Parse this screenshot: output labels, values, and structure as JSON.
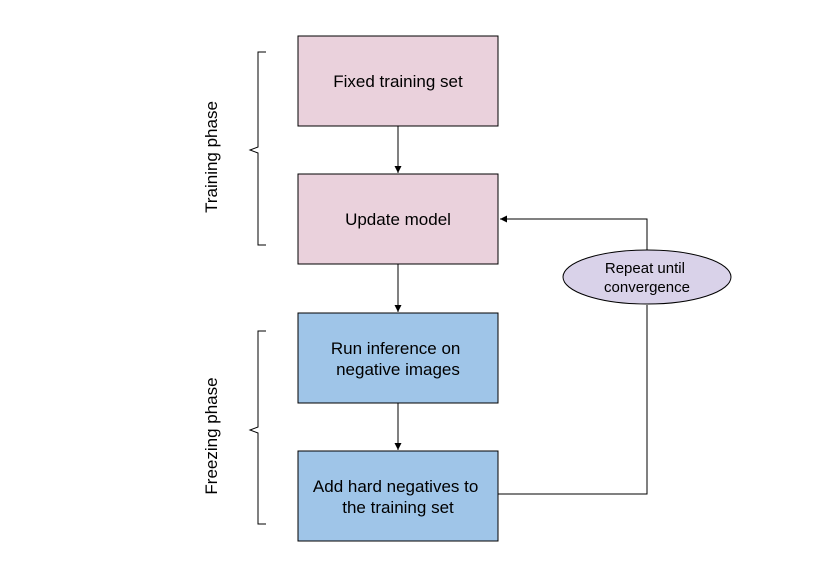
{
  "phases": {
    "training": "Training phase",
    "freezing": "Freezing phase"
  },
  "boxes": {
    "fixed_training_set": {
      "lines": [
        "Fixed training set"
      ],
      "fill": "#ead1dc"
    },
    "update_model": {
      "lines": [
        "Update model"
      ],
      "fill": "#ead1dc"
    },
    "run_inference": {
      "lines": [
        "Run inference on",
        "negative images"
      ],
      "fill": "#9fc5e8"
    },
    "add_hard_negatives": {
      "lines": [
        "Add hard negatives to",
        "the training set"
      ],
      "fill": "#9fc5e8"
    }
  },
  "loop": {
    "lines": [
      "Repeat until",
      "convergence"
    ],
    "fill": "#d9d2e9"
  },
  "colors": {
    "stroke": "#000000"
  }
}
